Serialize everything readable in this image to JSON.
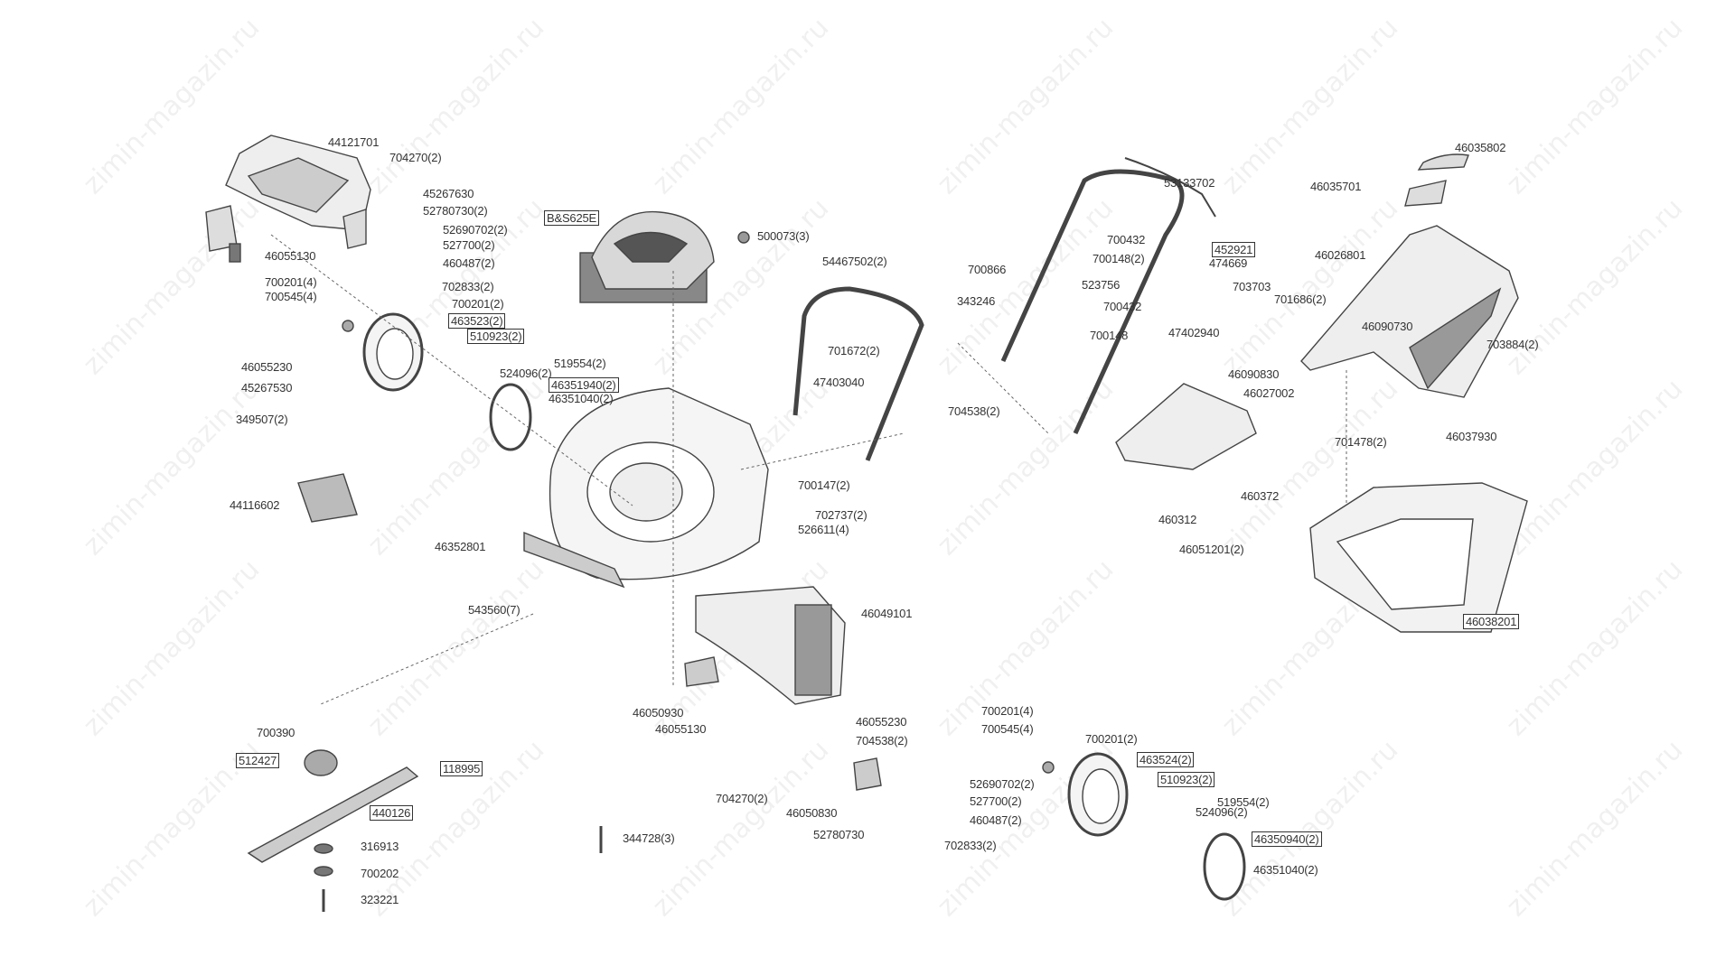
{
  "watermark": "zimin-magazin.ru",
  "labels": [
    {
      "text": "44121701",
      "boxed": false
    },
    {
      "text": "704270(2)",
      "boxed": false
    },
    {
      "text": "45267630",
      "boxed": false
    },
    {
      "text": "52780730(2)",
      "boxed": false
    },
    {
      "text": "52690702(2)",
      "boxed": false
    },
    {
      "text": "527700(2)",
      "boxed": false
    },
    {
      "text": "460487(2)",
      "boxed": false
    },
    {
      "text": "46055130",
      "boxed": false
    },
    {
      "text": "700201(4)",
      "boxed": false
    },
    {
      "text": "700545(4)",
      "boxed": false
    },
    {
      "text": "702833(2)",
      "boxed": false
    },
    {
      "text": "700201(2)",
      "boxed": false
    },
    {
      "text": "463523(2)",
      "boxed": true
    },
    {
      "text": "510923(2)",
      "boxed": true
    },
    {
      "text": "519554(2)",
      "boxed": false
    },
    {
      "text": "524096(2)",
      "boxed": false
    },
    {
      "text": "46351940(2)",
      "boxed": true
    },
    {
      "text": "46351040(2)",
      "boxed": false
    },
    {
      "text": "46055230",
      "boxed": false
    },
    {
      "text": "45267530",
      "boxed": false
    },
    {
      "text": "349507(2)",
      "boxed": false
    },
    {
      "text": "44116602",
      "boxed": false
    },
    {
      "text": "B&S625E",
      "boxed": true
    },
    {
      "text": "500073(3)",
      "boxed": false
    },
    {
      "text": "54467502(2)",
      "boxed": false
    },
    {
      "text": "701672(2)",
      "boxed": false
    },
    {
      "text": "47403040",
      "boxed": false
    },
    {
      "text": "704538(2)",
      "boxed": false
    },
    {
      "text": "700147(2)",
      "boxed": false
    },
    {
      "text": "702737(2)",
      "boxed": false
    },
    {
      "text": "526611(4)",
      "boxed": false
    },
    {
      "text": "46352801",
      "boxed": false
    },
    {
      "text": "543560(7)",
      "boxed": false
    },
    {
      "text": "46049101",
      "boxed": false
    },
    {
      "text": "46050930",
      "boxed": false
    },
    {
      "text": "46055130",
      "boxed": false
    },
    {
      "text": "46055230",
      "boxed": false
    },
    {
      "text": "704538(2)",
      "boxed": false
    },
    {
      "text": "700201(4)",
      "boxed": false
    },
    {
      "text": "700545(4)",
      "boxed": false
    },
    {
      "text": "704270(2)",
      "boxed": false
    },
    {
      "text": "46050830",
      "boxed": false
    },
    {
      "text": "52780730",
      "boxed": false
    },
    {
      "text": "52690702(2)",
      "boxed": false
    },
    {
      "text": "527700(2)",
      "boxed": false
    },
    {
      "text": "460487(2)",
      "boxed": false
    },
    {
      "text": "702833(2)",
      "boxed": false
    },
    {
      "text": "700201(2)",
      "boxed": false
    },
    {
      "text": "463524(2)",
      "boxed": true
    },
    {
      "text": "510923(2)",
      "boxed": true
    },
    {
      "text": "519554(2)",
      "boxed": false
    },
    {
      "text": "524096(2)",
      "boxed": false
    },
    {
      "text": "46350940(2)",
      "boxed": true
    },
    {
      "text": "46351040(2)",
      "boxed": false
    },
    {
      "text": "700390",
      "boxed": false
    },
    {
      "text": "512427",
      "boxed": true
    },
    {
      "text": "118995",
      "boxed": true
    },
    {
      "text": "440126",
      "boxed": true
    },
    {
      "text": "316913",
      "boxed": false
    },
    {
      "text": "700202",
      "boxed": false
    },
    {
      "text": "323221",
      "boxed": false
    },
    {
      "text": "344728(3)",
      "boxed": false
    },
    {
      "text": "53133702",
      "boxed": false
    },
    {
      "text": "700432",
      "boxed": false
    },
    {
      "text": "700148(2)",
      "boxed": false
    },
    {
      "text": "452921",
      "boxed": true
    },
    {
      "text": "474669",
      "boxed": false
    },
    {
      "text": "700866",
      "boxed": false
    },
    {
      "text": "523756",
      "boxed": false
    },
    {
      "text": "703703",
      "boxed": false
    },
    {
      "text": "343246",
      "boxed": false
    },
    {
      "text": "700432",
      "boxed": false
    },
    {
      "text": "700148",
      "boxed": false
    },
    {
      "text": "47402940",
      "boxed": false
    },
    {
      "text": "46035802",
      "boxed": false
    },
    {
      "text": "46035701",
      "boxed": false
    },
    {
      "text": "46026801",
      "boxed": false
    },
    {
      "text": "701686(2)",
      "boxed": false
    },
    {
      "text": "46090730",
      "boxed": false
    },
    {
      "text": "703884(2)",
      "boxed": false
    },
    {
      "text": "46090830",
      "boxed": false
    },
    {
      "text": "46027002",
      "boxed": false
    },
    {
      "text": "701478(2)",
      "boxed": false
    },
    {
      "text": "46037930",
      "boxed": false
    },
    {
      "text": "460372",
      "boxed": false
    },
    {
      "text": "460312",
      "boxed": false
    },
    {
      "text": "46051201(2)",
      "boxed": false
    },
    {
      "text": "46038201",
      "boxed": true
    }
  ]
}
